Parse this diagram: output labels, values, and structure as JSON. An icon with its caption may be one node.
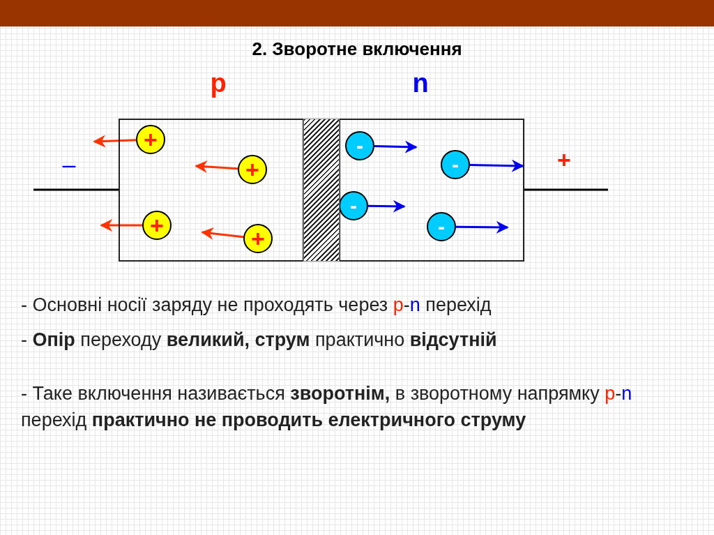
{
  "diagram": {
    "title": "2. Зворотне включення",
    "nodes": [
      {
        "text": [
          "p"
        ]
      },
      {
        "text": [
          "n"
        ]
      },
      {
        "text": [
          "+"
        ],
        "in": 0
      },
      {
        "text": [
          "+"
        ],
        "in": 0
      },
      {
        "text": [
          "+"
        ],
        "in": 0
      },
      {
        "text": [
          "+"
        ],
        "in": 0
      },
      {
        "text": [
          "-"
        ],
        "in": 1
      },
      {
        "text": [
          "-"
        ],
        "in": 1
      },
      {
        "text": [
          "-"
        ],
        "in": 1
      },
      {
        "text": [
          "-"
        ],
        "in": 1
      },
      {
        "text": [],
        "shape": "bar"
      }
    ],
    "edges": [
      {
        "from": 2,
        "to": null,
        "arrow": "to",
        "color": "#ff3300"
      },
      {
        "from": 3,
        "to": null,
        "arrow": "to",
        "color": "#ff3300"
      },
      {
        "from": 4,
        "to": null,
        "arrow": "to",
        "color": "#ff3300"
      },
      {
        "from": 5,
        "to": null,
        "arrow": "to",
        "color": "#ff3300"
      },
      {
        "from": 6,
        "to": null,
        "arrow": "to",
        "color": "#0000ee"
      },
      {
        "from": 7,
        "to": null,
        "arrow": "to",
        "color": "#0000ee"
      },
      {
        "from": 8,
        "to": null,
        "arrow": "to",
        "color": "#0000ee"
      },
      {
        "from": 9,
        "to": null,
        "arrow": "to",
        "color": "#0000ee"
      }
    ],
    "labels": [
      "–",
      "+",
      "- Основні носії заряду не проходять через *p*-*n* перехід",
      "- **Опір** переходу **великий, струм** практично **відсутній**",
      "- Таке включення називається **зворотнім,** в зворотному напрямку *p*-*n* перехід **практично не проводить електричного струму**"
    ]
  }
}
